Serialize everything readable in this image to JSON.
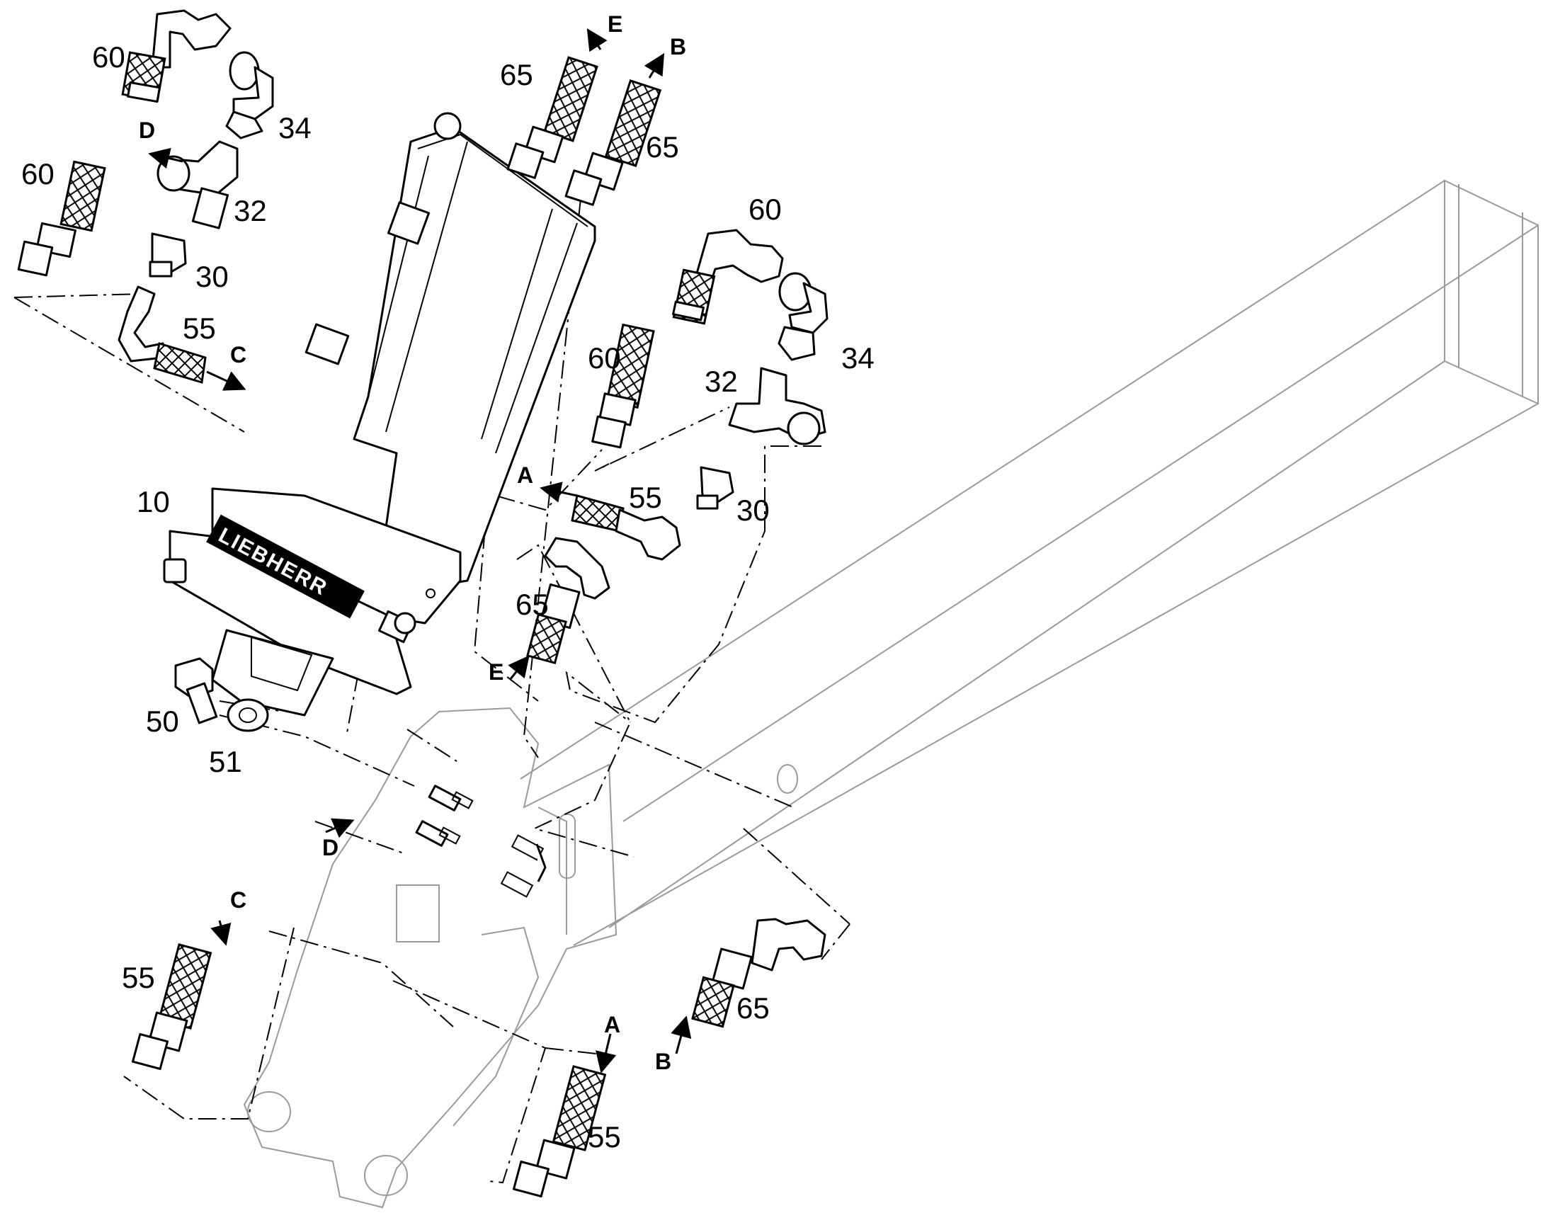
{
  "brand_text": "LIEBHERR",
  "part_labels": {
    "p60a": "60",
    "p34a": "34",
    "p60b": "60",
    "p32a": "32",
    "p30a": "30",
    "p55a": "55",
    "p10": "10",
    "p50": "50",
    "p51": "51",
    "p65a": "65",
    "p65b": "65",
    "p60c": "60",
    "p34b": "34",
    "p60d": "60",
    "p32b": "32",
    "p30b": "30",
    "p55b": "55",
    "p65c": "65",
    "p55c": "55",
    "p65d": "65",
    "p55d": "55"
  },
  "connection_labels": {
    "D_top": "D",
    "C_top": "C",
    "E_top": "E",
    "B_top": "B",
    "A_top": "A",
    "E_mid": "E",
    "D_mid": "D",
    "C_bottom": "C",
    "A_bottom": "A",
    "B_bottom": "B"
  }
}
